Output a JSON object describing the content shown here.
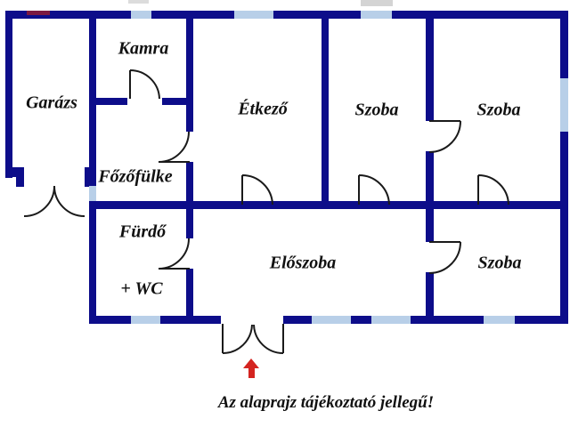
{
  "plan": {
    "rooms": [
      {
        "id": "garage",
        "label": "Garázs"
      },
      {
        "id": "pantry",
        "label": "Kamra"
      },
      {
        "id": "dining",
        "label": "Étkező"
      },
      {
        "id": "room-top-middle",
        "label": "Szoba"
      },
      {
        "id": "room-top-right",
        "label": "Szoba"
      },
      {
        "id": "kitchenette",
        "label": "Főzőfülke"
      },
      {
        "id": "bathroom",
        "label": "Fürdő"
      },
      {
        "id": "bathroom-wc",
        "label": "+ WC"
      },
      {
        "id": "hallway",
        "label": "Előszoba"
      },
      {
        "id": "room-bottom-right",
        "label": "Szoba"
      }
    ],
    "annotation": "Az alaprajz tájékoztató jellegű!",
    "entrance_arrow": "red-up-arrow",
    "colors": {
      "wall": "#0d0d8a",
      "window": "#b8cfe8",
      "door_line": "#1a1a1a",
      "arrow": "#d42420",
      "text": "#111111",
      "background": "#ffffff"
    }
  }
}
